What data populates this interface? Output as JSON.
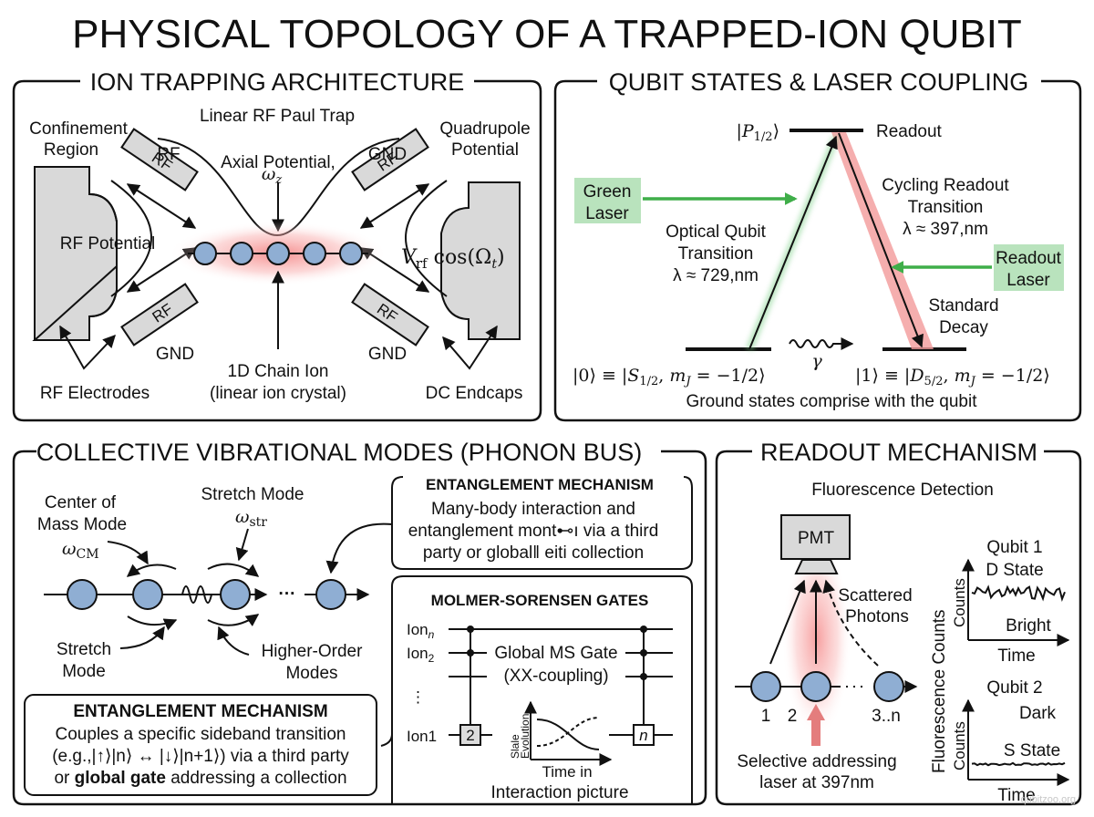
{
  "title": "PHYSICAL TOPOLOGY OF A TRAPPED-ION QUBIT",
  "colors": {
    "ion_fill": "#8faed3",
    "electrode_fill": "#d9d9d9",
    "laser_green": "#3fae49",
    "laser_box": "#b9e3bd",
    "glow_red": "#f08080"
  },
  "panels": {
    "trap": {
      "title": "ION TRAPPING ARCHITECTURE",
      "subtitle": "Linear RF Paul Trap",
      "confinement_1": "Confinement",
      "confinement_2": "Region",
      "axial_1": "Axial Potential,",
      "axial_symbol": "ωz",
      "quadrupole_1": "Quadrupole",
      "quadrupole_2": "Potential",
      "rf_potential": "RF Potential",
      "vrf": "Vrf cos(Ωt)",
      "electrode_labels": {
        "top_left_outer": "RF",
        "top_left_inner": "RF",
        "top_right_outer": "GND",
        "top_right_inner": "RF",
        "bottom_left_outer": "GND",
        "bottom_left_inner": "RF",
        "bottom_right_outer": "GND",
        "bottom_right_inner": "RF"
      },
      "chain_1": "1D Chain Ion",
      "chain_2": "(linear ion crystal)",
      "rf_electrodes": "RF Electrodes",
      "dc_endcaps": "DC Endcaps",
      "ion_count": 5
    },
    "qubit": {
      "title": "QUBIT STATES & LASER COUPLING",
      "p_state": "|P1/2⟩",
      "readout": "Readout",
      "green_laser_1": "Green",
      "green_laser_2": "Laser",
      "optical_1": "Optical Qubit",
      "optical_2": "Transition",
      "optical_3": "λ ≈ 729,nm",
      "cycling_1": "Cycling Readout",
      "cycling_2": "Transition",
      "cycling_3": "λ ≈ 397,nm",
      "readout_laser_1": "Readout",
      "readout_laser_2": "Laser",
      "decay_1": "Standard",
      "decay_2": "Decay",
      "gamma": "γ",
      "state_0": "|0⟩ ≡ |S1/2, mJ = −1/2⟩",
      "state_1": "|1⟩ ≡ |D5/2, mJ = −1/2⟩",
      "footer": "Ground states comprise with the qubit"
    },
    "modes": {
      "title": "COLLECTIVE VIBRATIONAL MODES (PHONON BUS)",
      "com_1": "Center of",
      "com_2": "Mass Mode",
      "com_symbol": "ωCM",
      "stretch_top_1": "Stretch Mode",
      "stretch_top_symbol": "ωstr",
      "stretch_bottom_1": "Stretch",
      "stretch_bottom_2": "Mode",
      "higher_1": "Higher-Order",
      "higher_2": "Modes",
      "ellipsis": "···",
      "ent_box_left": {
        "heading": "ENTANGLEMENT MECHANISM",
        "line_1": "Couples a specific sideband transition",
        "line_2": "(e.g.,|↑⟩|n⟩ ↔ |↓⟩|n+1⟩) via a third party",
        "line_3_pre": "or ",
        "line_3_bold": "global gate",
        "line_3_post": " addressing a collection"
      },
      "ent_box_right": {
        "heading": "ENTANGLEMENT MECHANISM",
        "line_1": "Many-body interaction and",
        "line_2": "entanglement mont⊷ı via a third",
        "line_3": "party or globalǁ eiti collection"
      },
      "ms_gates": {
        "heading": "MOLMER-SORENSEN GATES",
        "ion_n": "Ionn",
        "ion_2": "Ion2",
        "ion_1": "Ion1",
        "vdots": "⋮",
        "global_1": "Global MS Gate",
        "global_2": "(XX-coupling)",
        "gate_2": "2",
        "gate_n": "n",
        "inset_ylabel_1": "Slale",
        "inset_ylabel_2": "Evolution",
        "inset_xlabel_1": "Time in",
        "inset_xlabel_2": "Interaction picture"
      }
    },
    "readout": {
      "title": "READOUT MECHANISM",
      "subtitle": "Fluorescence Detection",
      "pmt": "PMT",
      "scattered_1": "Scattered",
      "scattered_2": "Photons",
      "ion_labels": [
        "1",
        "2",
        "3..n"
      ],
      "addressing_1": "Selective addressing",
      "addressing_2": "laser at 397nm",
      "y_outer": "Fluorescence Counts",
      "qubit1": {
        "title": "Qubit 1",
        "state": "D State",
        "ylabel": "Counts",
        "level": "Bright",
        "xlabel": "Time"
      },
      "qubit2": {
        "title": "Qubit 2",
        "state": "S State",
        "ylabel": "Counts",
        "level": "Dark",
        "xlabel": "Time"
      }
    }
  },
  "watermark": "qubitzoo.org"
}
